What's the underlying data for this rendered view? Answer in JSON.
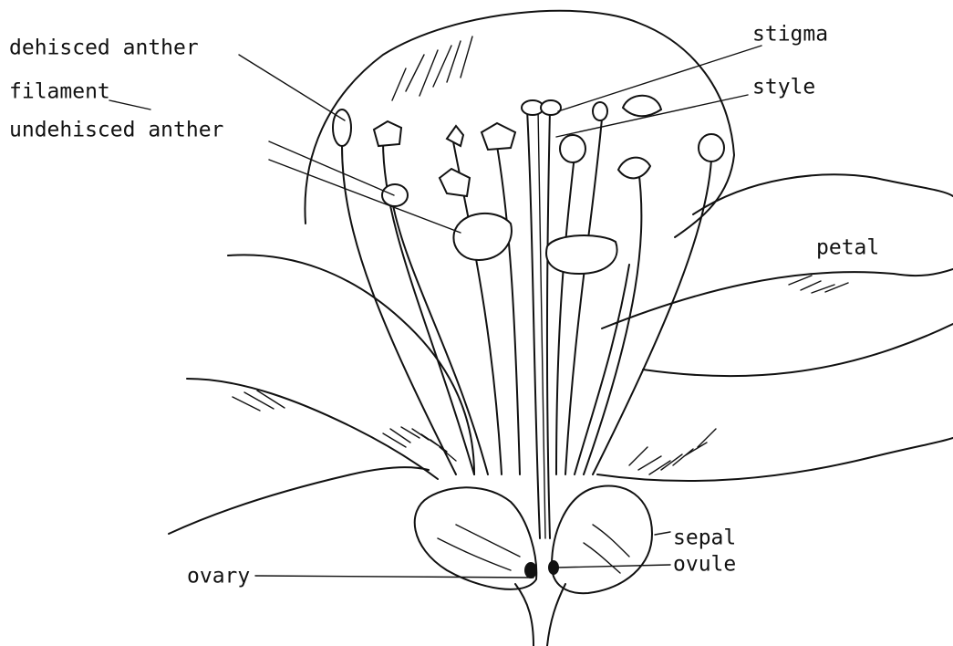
{
  "labels": {
    "dehisced_anther": "dehisced anther",
    "filament": "filament",
    "undehisced_anther": "undehisced anther",
    "stigma": "stigma",
    "style": "style",
    "petal": "petal",
    "sepal": "sepal",
    "ovule": "ovule",
    "ovary": "ovary"
  }
}
